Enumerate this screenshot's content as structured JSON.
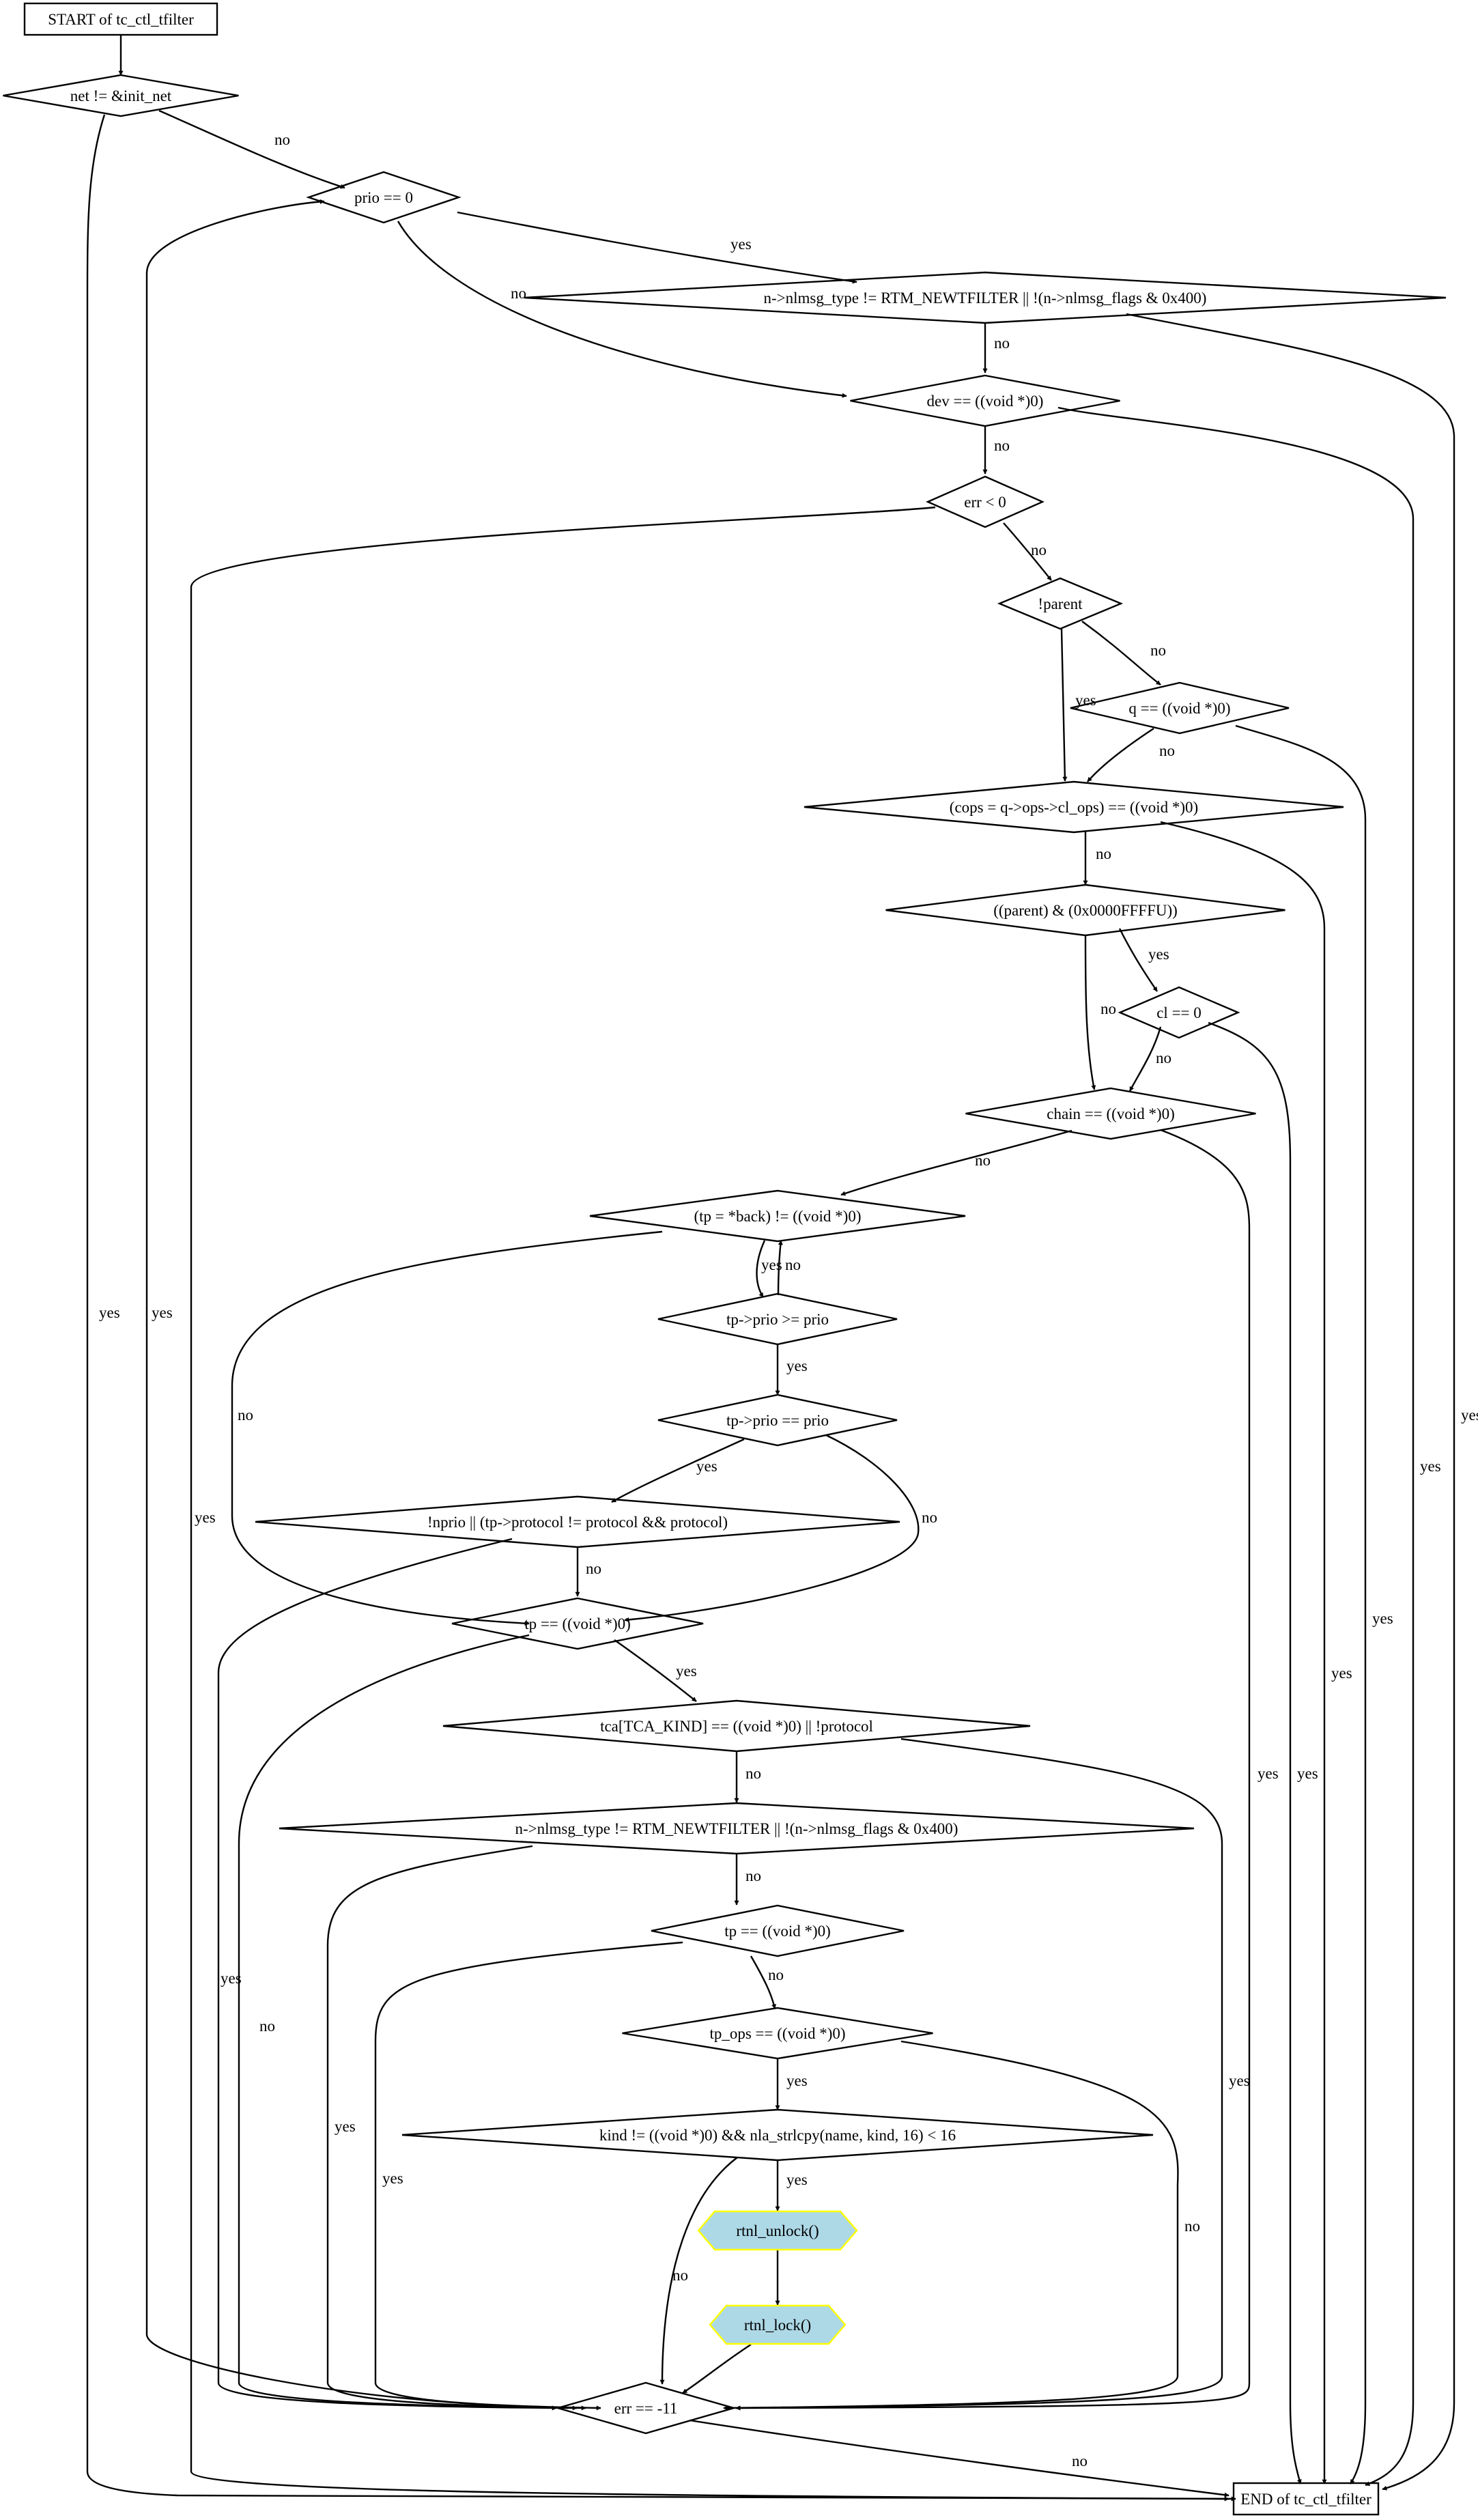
{
  "nodes": [
    {
      "id": "start",
      "shape": "box",
      "label": "START of tc_ctl_tfilter"
    },
    {
      "id": "d1",
      "shape": "diamond",
      "label": "net != &init_net"
    },
    {
      "id": "d2",
      "shape": "diamond",
      "label": "prio == 0"
    },
    {
      "id": "d3",
      "shape": "diamond",
      "label": "n->nlmsg_type != RTM_NEWTFILTER || !(n->nlmsg_flags & 0x400)"
    },
    {
      "id": "d4",
      "shape": "diamond",
      "label": "dev == ((void *)0)"
    },
    {
      "id": "d5",
      "shape": "diamond",
      "label": "err < 0"
    },
    {
      "id": "d6",
      "shape": "diamond",
      "label": "!parent"
    },
    {
      "id": "d7",
      "shape": "diamond",
      "label": "q == ((void *)0)"
    },
    {
      "id": "d8",
      "shape": "diamond",
      "label": "(cops = q->ops->cl_ops) == ((void *)0)"
    },
    {
      "id": "d9",
      "shape": "diamond",
      "label": "((parent) & (0x0000FFFFU))"
    },
    {
      "id": "d10",
      "shape": "diamond",
      "label": "cl == 0"
    },
    {
      "id": "d11",
      "shape": "diamond",
      "label": "chain == ((void *)0)"
    },
    {
      "id": "d12",
      "shape": "diamond",
      "label": "(tp = *back) != ((void *)0)"
    },
    {
      "id": "d13",
      "shape": "diamond",
      "label": "tp->prio >= prio"
    },
    {
      "id": "d14",
      "shape": "diamond",
      "label": "tp->prio == prio"
    },
    {
      "id": "d15",
      "shape": "diamond",
      "label": "!nprio || (tp->protocol != protocol && protocol)"
    },
    {
      "id": "d16",
      "shape": "diamond",
      "label": "tp == ((void *)0)"
    },
    {
      "id": "d17",
      "shape": "diamond",
      "label": "tca[TCA_KIND] == ((void *)0) || !protocol"
    },
    {
      "id": "d18",
      "shape": "diamond",
      "label": "n->nlmsg_type != RTM_NEWTFILTER || !(n->nlmsg_flags & 0x400)"
    },
    {
      "id": "d19",
      "shape": "diamond",
      "label": "tp == ((void *)0)"
    },
    {
      "id": "d20",
      "shape": "diamond",
      "label": "tp_ops == ((void *)0)"
    },
    {
      "id": "d21",
      "shape": "diamond",
      "label": "kind != ((void *)0) && nla_strlcpy(name, kind, 16) < 16"
    },
    {
      "id": "op1",
      "shape": "hexagon",
      "label": "rtnl_unlock()"
    },
    {
      "id": "op2",
      "shape": "hexagon",
      "label": "rtnl_lock()"
    },
    {
      "id": "d22",
      "shape": "diamond",
      "label": "err == -11"
    },
    {
      "id": "end",
      "shape": "box",
      "label": "END of tc_ctl_tfilter"
    }
  ],
  "edges": [
    {
      "from": "start",
      "to": "d1",
      "label": ""
    },
    {
      "from": "d1",
      "to": "d2",
      "label": "no"
    },
    {
      "from": "d1",
      "to": "end",
      "label": "yes"
    },
    {
      "from": "d2",
      "to": "d3",
      "label": "yes"
    },
    {
      "from": "d2",
      "to": "d4",
      "label": "no"
    },
    {
      "from": "d3",
      "to": "d4",
      "label": "no"
    },
    {
      "from": "d3",
      "to": "end",
      "label": "yes"
    },
    {
      "from": "d4",
      "to": "d5",
      "label": "no"
    },
    {
      "from": "d4",
      "to": "end",
      "label": "yes"
    },
    {
      "from": "d5",
      "to": "d6",
      "label": "no"
    },
    {
      "from": "d5",
      "to": "end",
      "label": "yes"
    },
    {
      "from": "d6",
      "to": "d7",
      "label": "no"
    },
    {
      "from": "d6",
      "to": "d8",
      "label": "yes"
    },
    {
      "from": "d7",
      "to": "d8",
      "label": "no"
    },
    {
      "from": "d7",
      "to": "end",
      "label": "yes"
    },
    {
      "from": "d8",
      "to": "d9",
      "label": "no"
    },
    {
      "from": "d8",
      "to": "end",
      "label": "yes"
    },
    {
      "from": "d9",
      "to": "d10",
      "label": "yes"
    },
    {
      "from": "d9",
      "to": "d11",
      "label": "no"
    },
    {
      "from": "d10",
      "to": "d11",
      "label": "no"
    },
    {
      "from": "d10",
      "to": "end",
      "label": "yes"
    },
    {
      "from": "d11",
      "to": "d12",
      "label": "no"
    },
    {
      "from": "d11",
      "to": "d22",
      "label": "yes"
    },
    {
      "from": "d12",
      "to": "d13",
      "label": "yes"
    },
    {
      "from": "d13",
      "to": "d12",
      "label": "no"
    },
    {
      "from": "d12",
      "to": "d16",
      "label": "no"
    },
    {
      "from": "d13",
      "to": "d14",
      "label": "yes"
    },
    {
      "from": "d14",
      "to": "d15",
      "label": "yes"
    },
    {
      "from": "d14",
      "to": "d16",
      "label": "no"
    },
    {
      "from": "d15",
      "to": "d16",
      "label": "no"
    },
    {
      "from": "d15",
      "to": "d22",
      "label": "yes"
    },
    {
      "from": "d16",
      "to": "d17",
      "label": "yes"
    },
    {
      "from": "d16",
      "to": "d22",
      "label": "no"
    },
    {
      "from": "d17",
      "to": "d18",
      "label": "no"
    },
    {
      "from": "d17",
      "to": "d22",
      "label": "yes"
    },
    {
      "from": "d18",
      "to": "d19",
      "label": "no"
    },
    {
      "from": "d18",
      "to": "d22",
      "label": "yes"
    },
    {
      "from": "d19",
      "to": "d20",
      "label": "no"
    },
    {
      "from": "d19",
      "to": "d22",
      "label": "yes"
    },
    {
      "from": "d20",
      "to": "d21",
      "label": "yes"
    },
    {
      "from": "d20",
      "to": "d22",
      "label": "no"
    },
    {
      "from": "d21",
      "to": "op1",
      "label": "yes"
    },
    {
      "from": "d21",
      "to": "d22",
      "label": "no"
    },
    {
      "from": "op1",
      "to": "op2",
      "label": ""
    },
    {
      "from": "op2",
      "to": "d22",
      "label": ""
    },
    {
      "from": "d22",
      "to": "d2",
      "label": "yes"
    },
    {
      "from": "d22",
      "to": "end",
      "label": "no"
    }
  ]
}
